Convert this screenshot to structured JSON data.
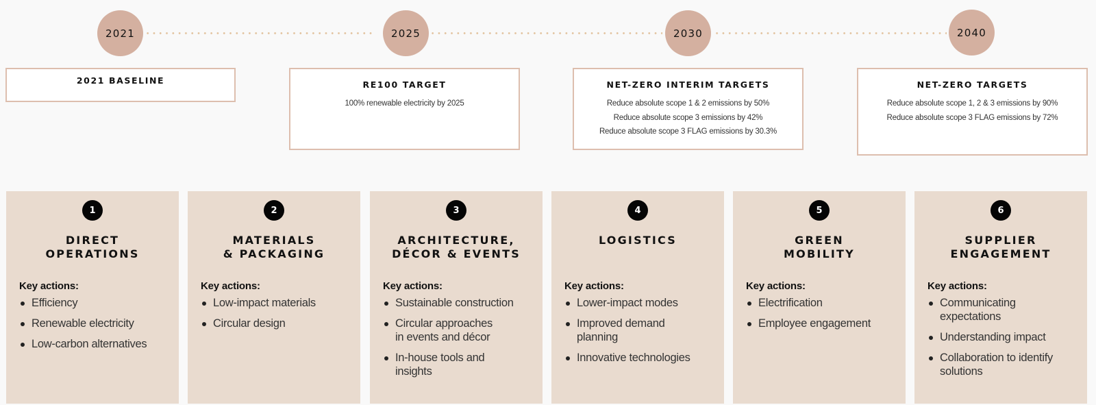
{
  "colors": {
    "background": "#f9f9f9",
    "year_circle": "#d4b0a0",
    "box_border": "#ddbeae",
    "card_bg": "#e9dbcf",
    "dots": "#e3c5a2",
    "badge": "#050505"
  },
  "timeline": [
    {
      "year": "2021",
      "title": "2021 BASELINE",
      "lines": []
    },
    {
      "year": "2025",
      "title": "RE100 TARGET",
      "lines": [
        "100% renewable electricity by 2025"
      ]
    },
    {
      "year": "2030",
      "title": "NET-ZERO INTERIM TARGETS",
      "lines": [
        "Reduce absolute scope 1 & 2 emissions by 50%",
        "Reduce absolute scope 3 emissions by 42%",
        "Reduce absolute scope 3 FLAG emissions by 30.3%"
      ]
    },
    {
      "year": "2040",
      "title": "NET-ZERO TARGETS",
      "lines": [
        "Reduce absolute scope 1, 2 & 3 emissions by 90%",
        "Reduce absolute scope 3 FLAG emissions by 72%"
      ]
    }
  ],
  "key_actions_label": "Key actions:",
  "cards": [
    {
      "number": "1",
      "title": "DIRECT\nOPERATIONS",
      "actions": [
        "Efficiency",
        "Renewable electricity",
        "Low-carbon alternatives"
      ]
    },
    {
      "number": "2",
      "title": "MATERIALS\n& PACKAGING",
      "actions": [
        "Low-impact materials",
        "Circular design"
      ]
    },
    {
      "number": "3",
      "title": "ARCHITECTURE,\nDÉCOR & EVENTS",
      "actions": [
        "Sustainable construction",
        "Circular approaches\nin events and décor",
        "In-house tools and\ninsights"
      ]
    },
    {
      "number": "4",
      "title": "LOGISTICS",
      "actions": [
        "Lower-impact modes",
        "Improved demand\nplanning",
        "Innovative technologies"
      ]
    },
    {
      "number": "5",
      "title": "GREEN\nMOBILITY",
      "actions": [
        "Electrification",
        "Employee engagement"
      ]
    },
    {
      "number": "6",
      "title": "SUPPLIER\nENGAGEMENT",
      "actions": [
        "Communicating\nexpectations",
        "Understanding impact",
        "Collaboration to identify\nsolutions"
      ]
    }
  ]
}
